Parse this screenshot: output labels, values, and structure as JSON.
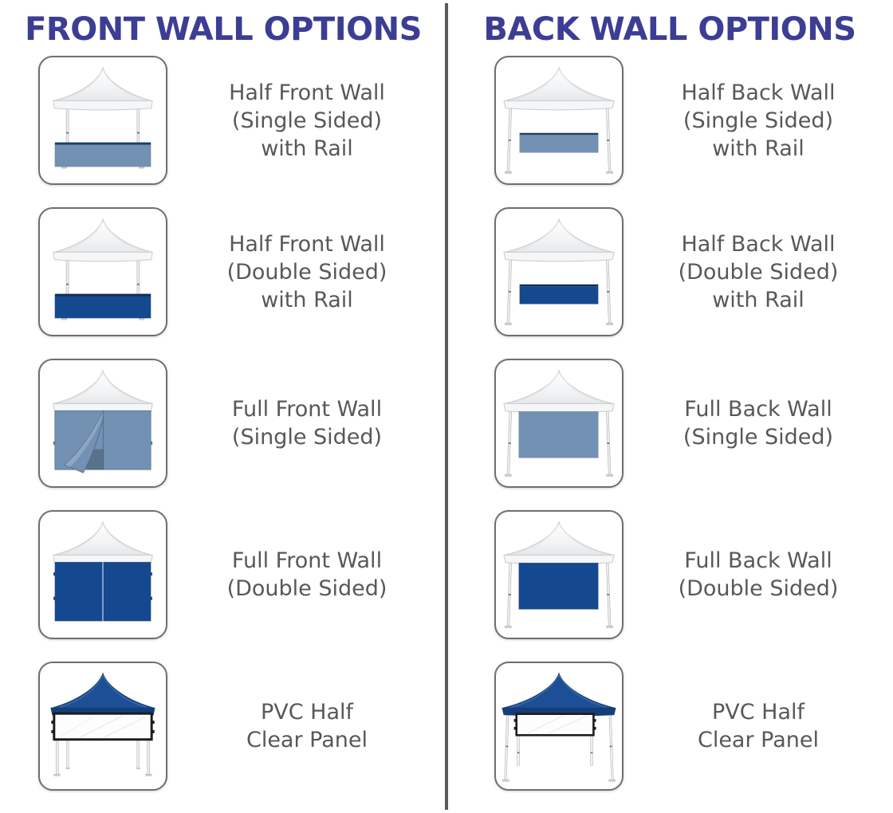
{
  "colors": {
    "header_text": "#3c3d94",
    "label_text": "#58585a",
    "tile_border": "#6f6f6f",
    "divider": "#595a5c",
    "page_bg": "#ffffff",
    "steel_blue": "#7291b3",
    "navy_rail": "#1e3c60",
    "dark_blue": "#15498f",
    "dark_blue_rail": "#0e2f5e",
    "canopy_blue": "#1d4f97",
    "canopy_blue_dark": "#153e78",
    "frame_black": "#1b1b1b"
  },
  "columns": [
    {
      "title": "FRONT WALL OPTIONS",
      "items": [
        {
          "icon": "tent-half-front-wall-single-icon",
          "symbol": "#sym-front-half",
          "style": "--wall:#7291b3;--rail:#1e3c60",
          "label": "Half Front Wall\n(Single Sided)\nwith Rail"
        },
        {
          "icon": "tent-half-front-wall-double-icon",
          "symbol": "#sym-front-half",
          "style": "--wall:#15498f;--rail:#0e2f5e",
          "label": "Half Front Wall\n(Double Sided)\nwith Rail"
        },
        {
          "icon": "tent-full-front-wall-single-icon",
          "symbol": "#sym-front-full-door",
          "style": "--wall:#7291b3",
          "label": "Full Front Wall\n(Single Sided)"
        },
        {
          "icon": "tent-full-front-wall-double-icon",
          "symbol": "#sym-front-full",
          "style": "--wall:#15498f",
          "label": "Full Front Wall\n(Double Sided)"
        },
        {
          "icon": "tent-pvc-half-clear-panel-front-icon",
          "symbol": "#sym-pvc-front",
          "style": "--canopy:#1d4f97;--canopyd:#153e78;--frame:#1b1b1b",
          "label": "PVC Half\nClear Panel"
        }
      ]
    },
    {
      "title": "BACK WALL OPTIONS",
      "items": [
        {
          "icon": "tent-half-back-wall-single-icon",
          "symbol": "#sym-back-half",
          "style": "--wall:#7291b3;--rail:#1e3c60",
          "label": "Half Back Wall\n(Single Sided)\nwith Rail"
        },
        {
          "icon": "tent-half-back-wall-double-icon",
          "symbol": "#sym-back-half",
          "style": "--wall:#15498f;--rail:#0e2f5e",
          "label": "Half Back Wall\n(Double Sided)\nwith Rail"
        },
        {
          "icon": "tent-full-back-wall-single-icon",
          "symbol": "#sym-back-full",
          "style": "--wall:#7291b3",
          "label": "Full Back Wall\n(Single Sided)"
        },
        {
          "icon": "tent-full-back-wall-double-icon",
          "symbol": "#sym-back-full",
          "style": "--wall:#15498f",
          "label": "Full Back Wall\n(Double Sided)"
        },
        {
          "icon": "tent-pvc-half-clear-panel-back-icon",
          "symbol": "#sym-pvc-back",
          "style": "--canopy:#1d4f97;--canopyd:#153e78;--frame:#1b1b1b",
          "label": "PVC Half\nClear Panel"
        }
      ]
    }
  ]
}
